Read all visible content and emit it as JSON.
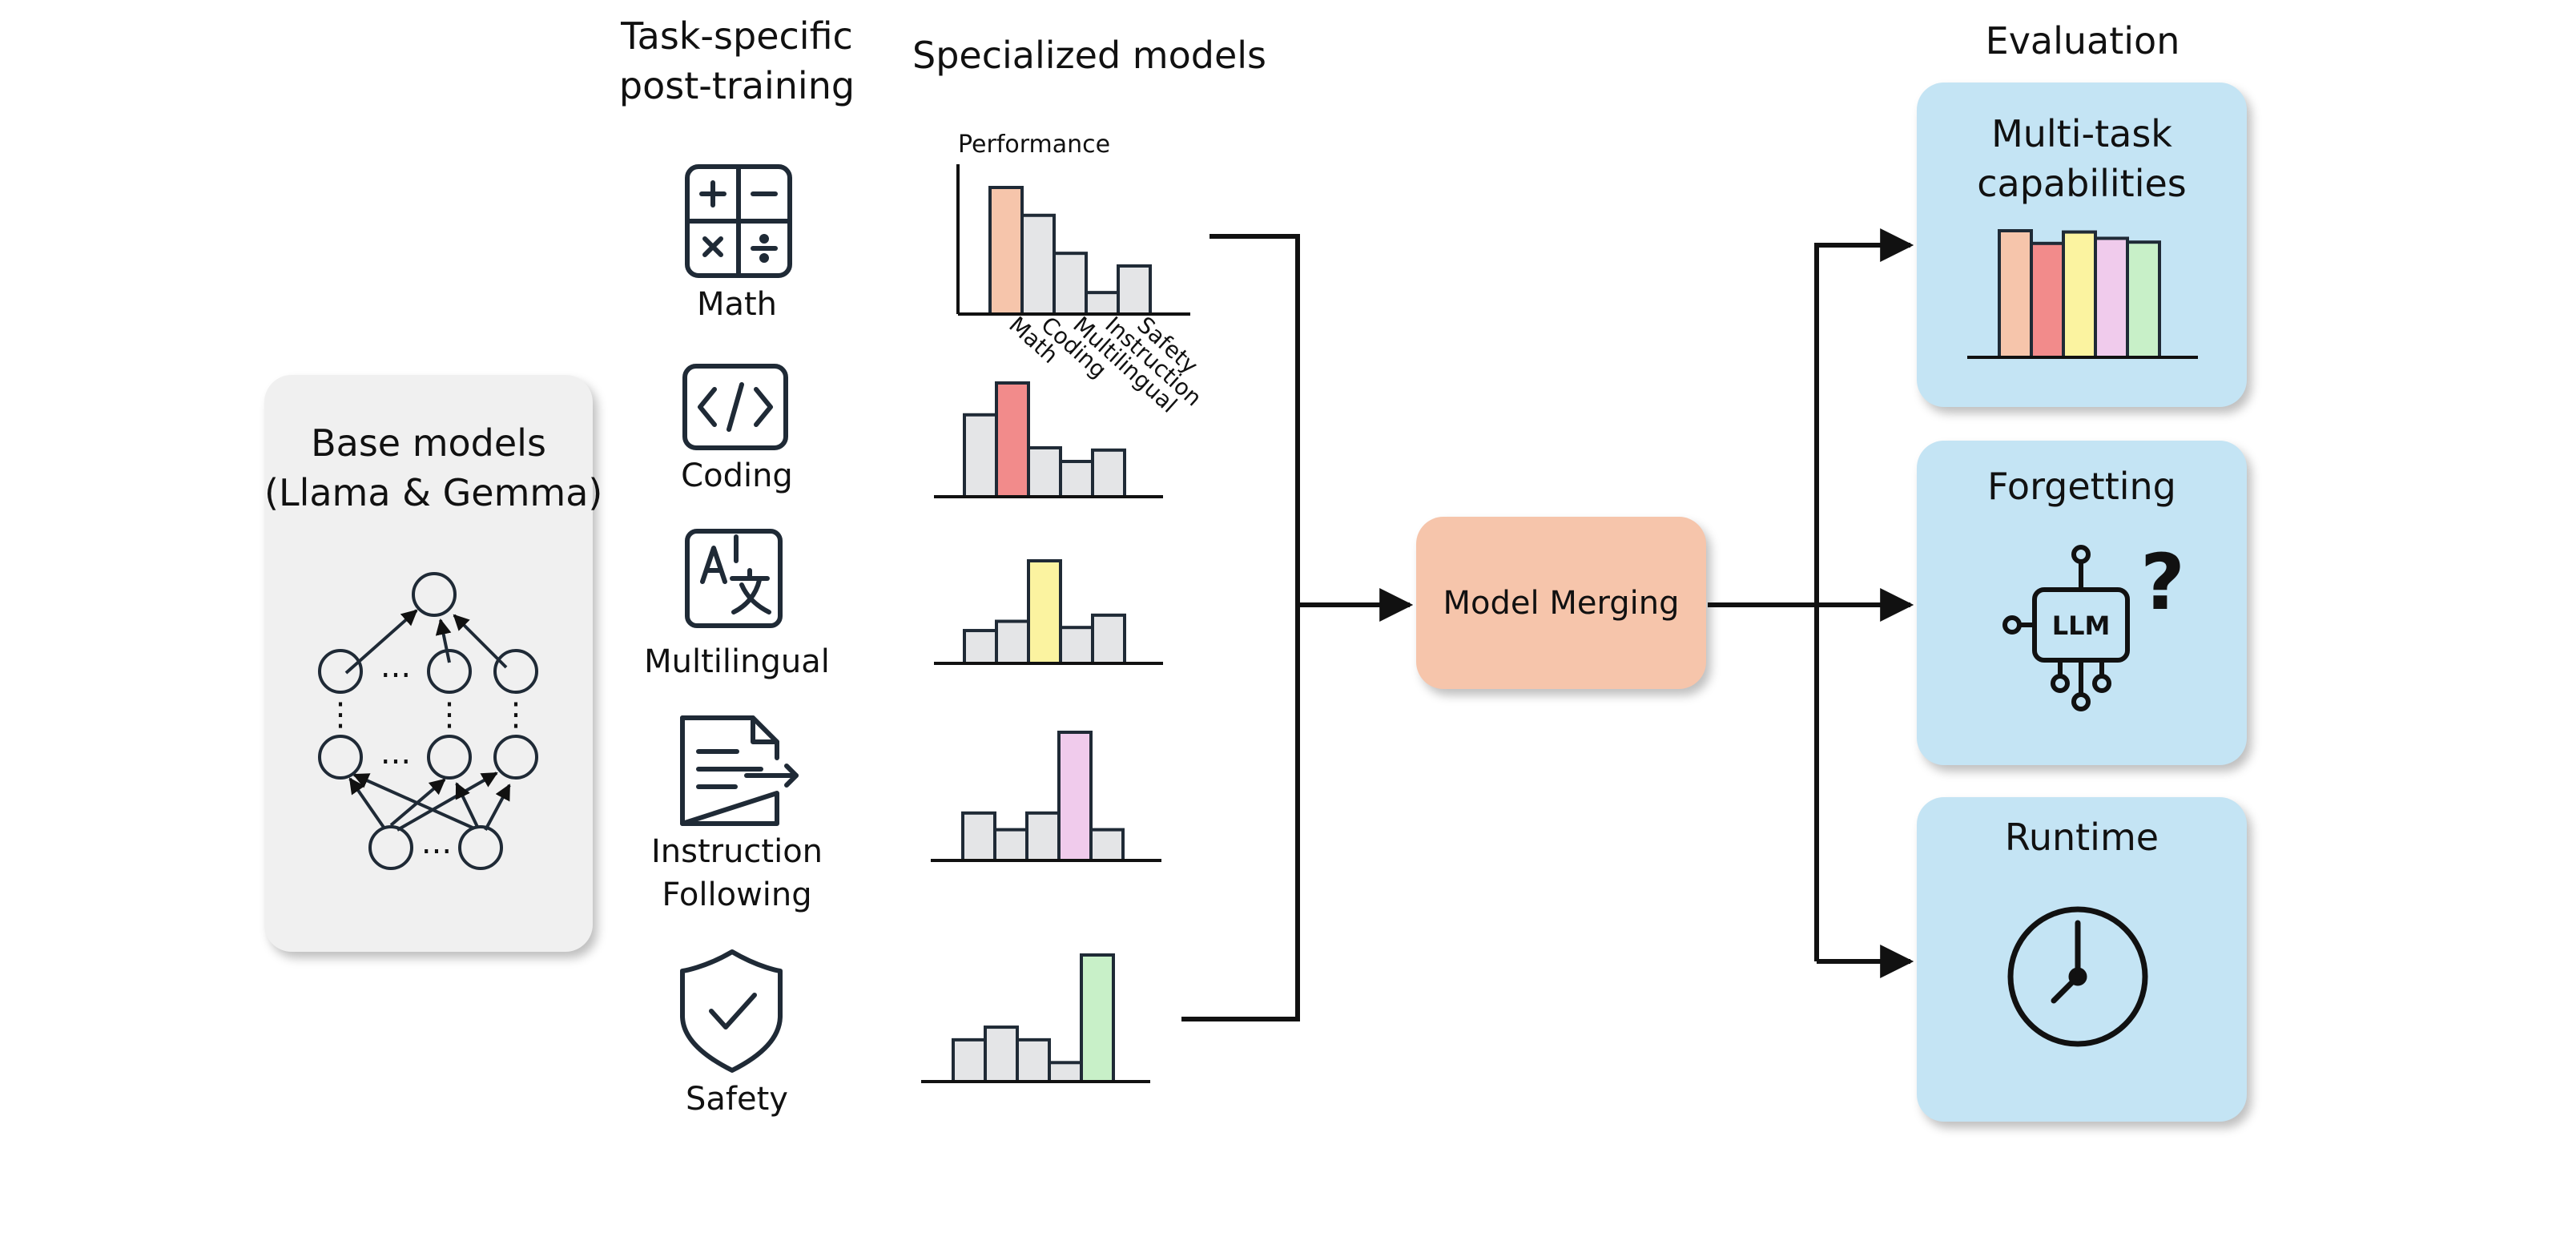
{
  "header": {
    "post_training_title_line1": "Task-specific",
    "post_training_title_line2": "post-training",
    "specialized_title": "Specialized models",
    "evaluation_title": "Evaluation"
  },
  "base": {
    "title_line1": "Base models",
    "title_line2": "(Llama & Gemma)",
    "ellipsis": "...",
    "vdots": "⋮"
  },
  "tasks": [
    {
      "label": "Math",
      "icon": "math-icon"
    },
    {
      "label": "Coding",
      "icon": "code-icon"
    },
    {
      "label": "Multilingual",
      "icon": "translate-icon"
    },
    {
      "label_line1": "Instruction",
      "label_line2": "Following",
      "icon": "document-icon"
    },
    {
      "label": "Safety",
      "icon": "shield-check-icon"
    }
  ],
  "merge": {
    "label": "Model Merging"
  },
  "evaluation": [
    {
      "title_line1": "Multi-task",
      "title_line2": "capabilities"
    },
    {
      "title": "Forgetting",
      "chip_text": "LLM",
      "question_mark": "?"
    },
    {
      "title": "Runtime"
    }
  ],
  "colors": {
    "math": "#f6c5ab",
    "coding": "#f28b8b",
    "multilingual": "#fbf3a0",
    "instruction": "#f0cbec",
    "safety": "#c8f0c8",
    "neutral_bar": "#e4e5e7",
    "stroke": "#1f2a36",
    "eval_box": "#c4e4f4",
    "base_box": "#f0f0f0",
    "merge_box": "#f6c5ab"
  },
  "chart_data": [
    {
      "type": "bar",
      "ylabel": "Performance",
      "categories": [
        "Math",
        "Coding",
        "Multilingual",
        "Instruction",
        "Safety"
      ],
      "values": [
        1.0,
        0.78,
        0.48,
        0.17,
        0.38
      ],
      "highlight": "Math"
    },
    {
      "type": "bar",
      "categories": [
        "Math",
        "Coding",
        "Multilingual",
        "Instruction",
        "Safety"
      ],
      "values": [
        0.72,
        1.0,
        0.43,
        0.31,
        0.41
      ],
      "highlight": "Coding"
    },
    {
      "type": "bar",
      "categories": [
        "Math",
        "Coding",
        "Multilingual",
        "Instruction",
        "Safety"
      ],
      "values": [
        0.32,
        0.41,
        1.0,
        0.35,
        0.47
      ],
      "highlight": "Multilingual"
    },
    {
      "type": "bar",
      "categories": [
        "Math",
        "Coding",
        "Multilingual",
        "Instruction",
        "Safety"
      ],
      "values": [
        0.37,
        0.24,
        0.37,
        1.0,
        0.24
      ],
      "highlight": "Instruction"
    },
    {
      "type": "bar",
      "categories": [
        "Math",
        "Coding",
        "Multilingual",
        "Instruction",
        "Safety"
      ],
      "values": [
        0.33,
        0.43,
        0.33,
        0.15,
        1.0
      ],
      "highlight": "Safety"
    },
    {
      "type": "bar",
      "categories": [
        "Math",
        "Coding",
        "Multilingual",
        "Instruction",
        "Safety"
      ],
      "values": [
        1.0,
        0.9,
        0.99,
        0.94,
        0.91
      ],
      "highlight": "all"
    }
  ]
}
